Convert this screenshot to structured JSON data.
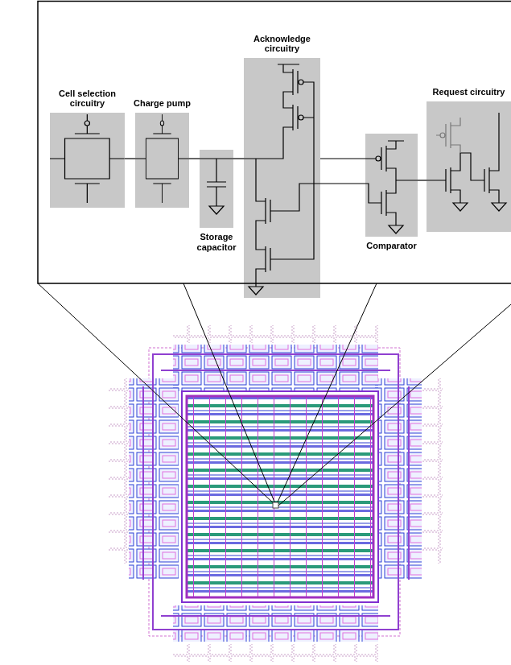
{
  "diagram": {
    "nodes": [
      {
        "text": [
          "Cell selection circuitry"
        ]
      },
      {
        "text": [
          "Charge pump"
        ]
      },
      {
        "text": [
          "Storage capacitor"
        ]
      },
      {
        "text": [
          "Acknowledge circuitry"
        ]
      },
      {
        "text": [
          "Comparator"
        ]
      },
      {
        "text": [
          "Request circuitry"
        ]
      }
    ],
    "edges": [
      {
        "from": 0,
        "to": 1,
        "arrow": "none"
      },
      {
        "from": 1,
        "to": 2,
        "arrow": "none"
      },
      {
        "from": 2,
        "to": 3,
        "arrow": "none"
      },
      {
        "from": 3,
        "to": 4,
        "arrow": "none"
      },
      {
        "from": 3,
        "to": 4,
        "arrow": "none"
      },
      {
        "from": 4,
        "to": 5,
        "arrow": "none"
      }
    ]
  }
}
